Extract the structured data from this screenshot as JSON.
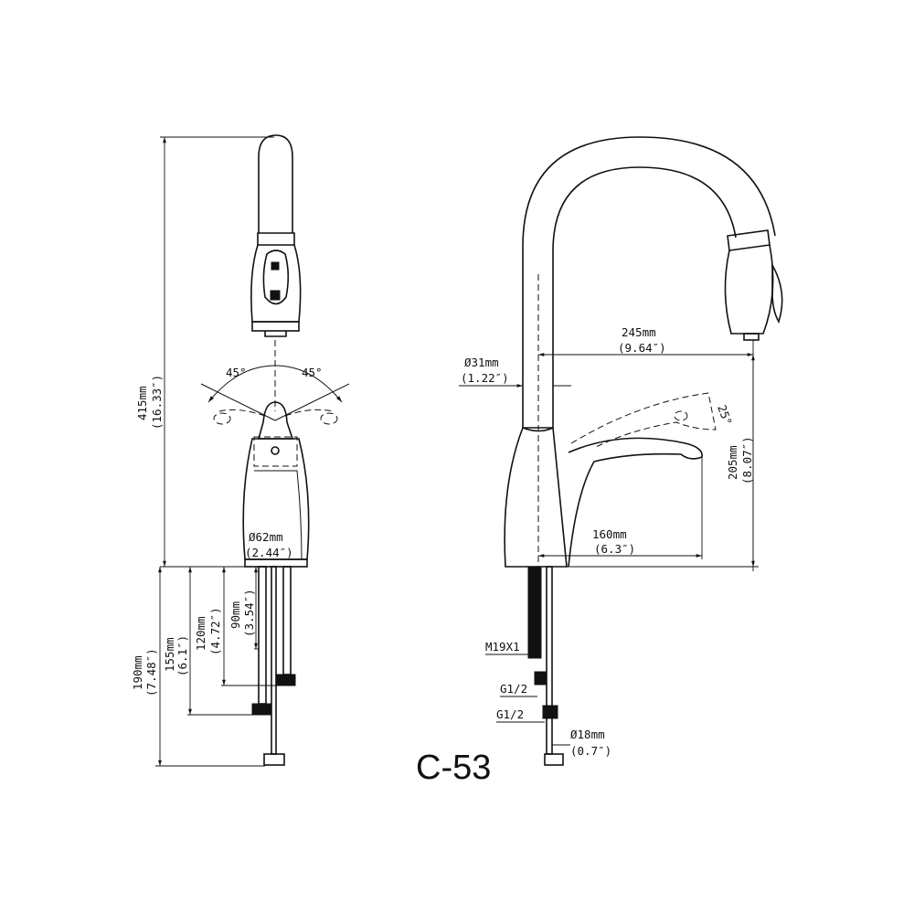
{
  "drawing": {
    "model": "C-53",
    "front_view": {
      "height_total": "415mm",
      "height_total_in": "(16.33″)",
      "angle_left": "45°",
      "angle_right": "45°",
      "base_diameter": "Ø62mm",
      "base_diameter_in": "(2.44″)",
      "h190": "190mm",
      "h190_in": "(7.48″)",
      "h155": "155mm",
      "h155_in": "(6.1″)",
      "h120": "120mm",
      "h120_in": "(4.72″)",
      "h90": "90mm",
      "h90_in": "(3.54″)"
    },
    "side_view": {
      "reach": "245mm",
      "reach_in": "(9.64″)",
      "spout_diameter": "Ø31mm",
      "spout_diameter_in": "(1.22″)",
      "spout_height": "205mm",
      "spout_height_in": "(8.07″)",
      "handle_length": "160mm",
      "handle_length_in": "(6.3″)",
      "handle_angle": "25°",
      "thread": "M19X1",
      "inlet_1": "G1/2",
      "inlet_2": "G1/2",
      "hose_diameter": "Ø18mm",
      "hose_diameter_in": "(0.7″)"
    }
  }
}
